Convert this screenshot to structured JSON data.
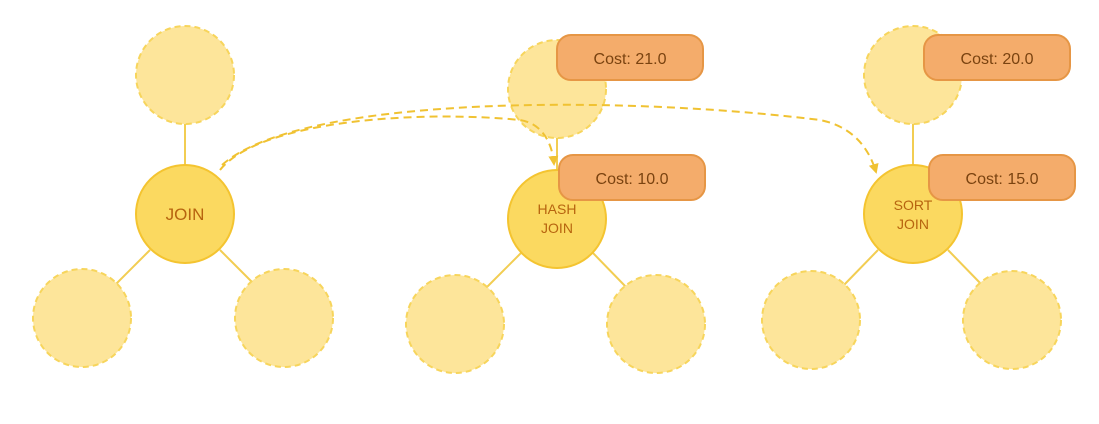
{
  "colors": {
    "ghost_fill": "#fde59a",
    "ghost_stroke": "#f7d55c",
    "join_fill": "#fbd960",
    "join_stroke": "#f4c430",
    "edge": "#f2cd52",
    "arrow": "#f0c232",
    "cost_fill": "#f4ac6b",
    "cost_stroke": "#e69645",
    "label_text": "#b7640f",
    "cost_text": "#7a4310"
  },
  "nodes": {
    "join": {
      "label": "JOIN"
    },
    "hash_join": {
      "label_line1": "HASH",
      "label_line2": "JOIN"
    },
    "sort_join": {
      "label_line1": "SORT",
      "label_line2": "JOIN"
    }
  },
  "costs": {
    "hash_top": "Cost: 21.0",
    "hash_join": "Cost: 10.0",
    "sort_top": "Cost: 20.0",
    "sort_join": "Cost: 15.0"
  }
}
